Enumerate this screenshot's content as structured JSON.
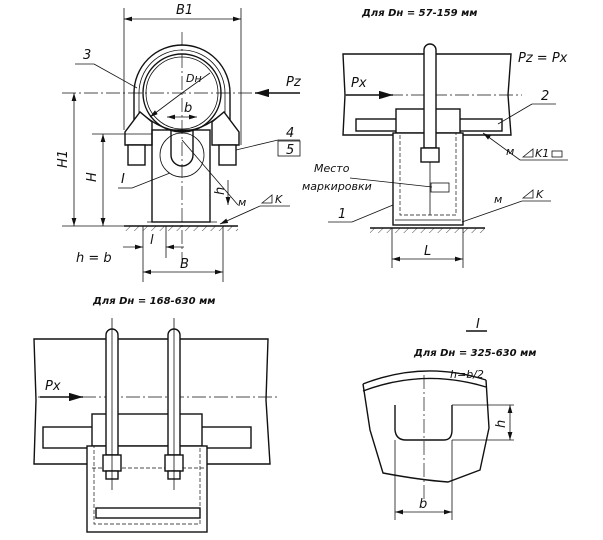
{
  "view_front": {
    "dim_B1": "B1",
    "dim_Dn": "Dн",
    "dim_b": "b",
    "force_Pz": "Pz",
    "dim_H1": "H1",
    "dim_H": "H",
    "dim_h": "h",
    "dim_l": "l",
    "dim_B": "B",
    "note_h_eq_b": "h = b",
    "detail_ref": "I",
    "part_3": "3",
    "part_4": "4",
    "part_5": "5",
    "weld_M": "м",
    "weld_K": "K"
  },
  "view_side_small": {
    "title": "Для Dн = 57-159 мм",
    "force_eq": "Pz = Px",
    "force_Px": "Px",
    "part_2": "2",
    "part_1": "1",
    "weld_M1": "м",
    "weld_K1": "K1",
    "weld_M2": "м",
    "weld_K2": "K",
    "marking_line1": "Место",
    "marking_line2": "маркировки",
    "dim_L": "L"
  },
  "view_side_large": {
    "title": "Для Dн = 168-630 мм",
    "force_Px": "Px"
  },
  "detail_I": {
    "ref": "I",
    "title": "Для Dн = 325-630 мм",
    "formula": "h=b/2",
    "dim_h": "h",
    "dim_b": "b"
  }
}
